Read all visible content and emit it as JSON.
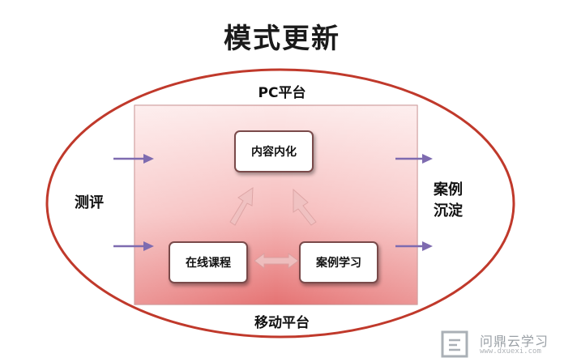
{
  "title": "模式更新",
  "outer_top_label": "PC平台",
  "outer_bottom_label": "移动平台",
  "left_label": "测评",
  "right_label": [
    "案例",
    "沉淀"
  ],
  "boxes": {
    "top": "内容内化",
    "left": "在线课程",
    "right": "案例学习"
  },
  "watermark": {
    "text": "问鼎云学习",
    "url": "www.dxuexi.com"
  },
  "colors": {
    "ellipse_stroke": "#c0392b",
    "inner_fill_top": "#fbe4e4",
    "inner_fill_bottom": "#e87b7b",
    "arrow_purple": "#7e6bb0",
    "cycle_arrow": "#e9b8b8"
  }
}
